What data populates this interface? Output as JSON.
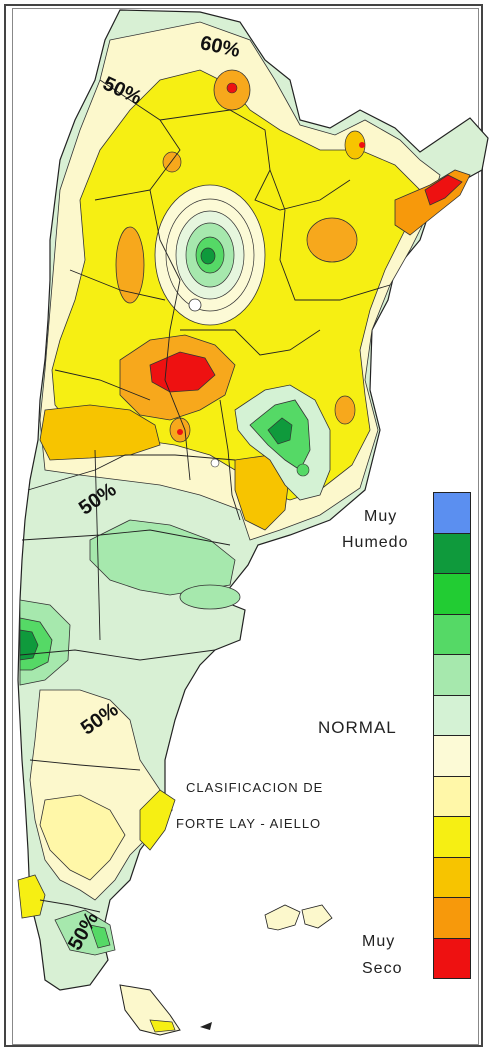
{
  "map": {
    "contour_labels": [
      "60%",
      "50%",
      "50%",
      "50%",
      "50%"
    ],
    "classification_title": [
      "CLASIFICACION DE",
      "FORTE LAY - AIELLO"
    ]
  },
  "legend": {
    "top_label": [
      "Muy",
      "Humedo"
    ],
    "middle_label": "NORMAL",
    "bottom_label": [
      "Muy",
      "Seco"
    ],
    "classes": [
      {
        "color": "#5b8ff0"
      },
      {
        "color": "#0f9a3c"
      },
      {
        "color": "#22cc33"
      },
      {
        "color": "#55d966"
      },
      {
        "color": "#a6e8ad"
      },
      {
        "color": "#d4f2d4"
      },
      {
        "color": "#fcfad6"
      },
      {
        "color": "#fff7a8"
      },
      {
        "color": "#f6ef13"
      },
      {
        "color": "#f7c400"
      },
      {
        "color": "#f7990b"
      },
      {
        "color": "#ee1111"
      }
    ]
  }
}
